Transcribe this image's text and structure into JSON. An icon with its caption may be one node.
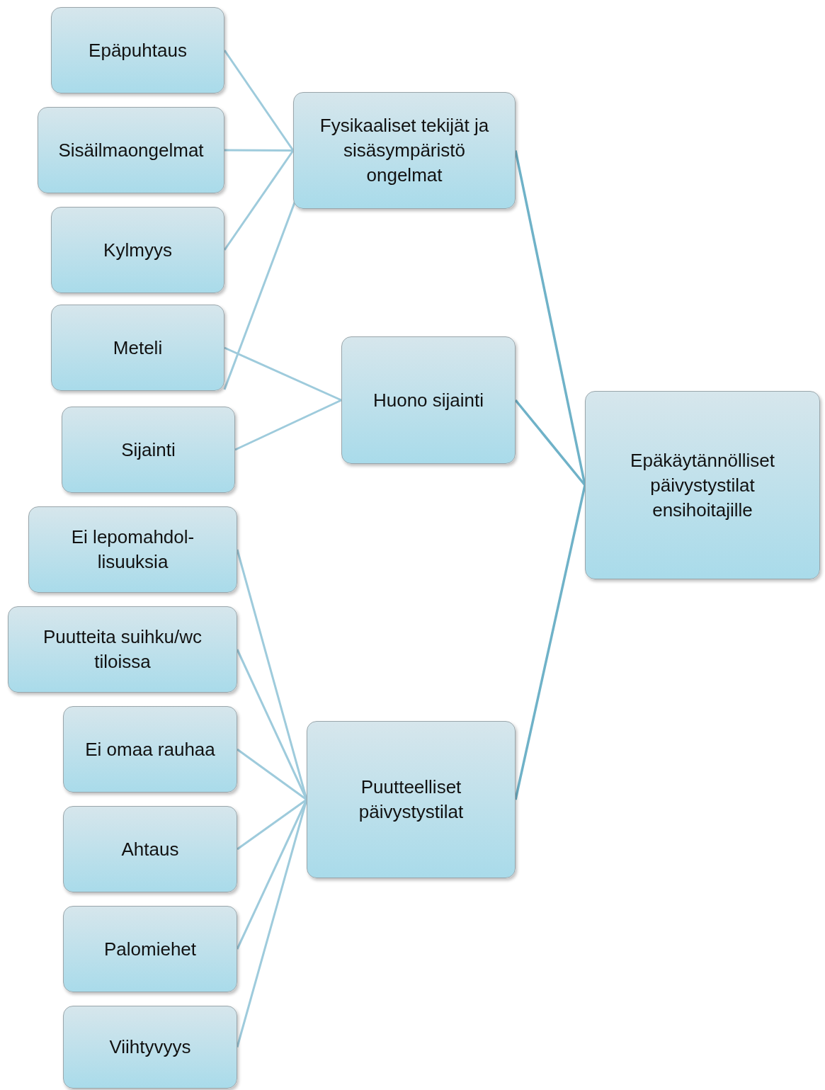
{
  "diagram": {
    "nodes": [
      {
        "text": [
          "Epäpuhtaus"
        ]
      },
      {
        "text": [
          "Sisäilmaongelmat"
        ]
      },
      {
        "text": [
          "Kylmyys"
        ]
      },
      {
        "text": [
          "Meteli"
        ]
      },
      {
        "text": [
          "Sijainti"
        ]
      },
      {
        "text": [
          "Ei lepomahdol- lisuuksia"
        ]
      },
      {
        "text": [
          "Puutteita suihku/wc tiloissa"
        ]
      },
      {
        "text": [
          "Ei omaa rauhaa"
        ]
      },
      {
        "text": [
          "Ahtaus"
        ]
      },
      {
        "text": [
          "Palomiehet"
        ]
      },
      {
        "text": [
          "Viihtyvyys"
        ]
      },
      {
        "text": [
          "Fysikaaliset tekijät ja sisäsympäristö ongelmat"
        ]
      },
      {
        "text": [
          "Huono sijainti"
        ]
      },
      {
        "text": [
          "Puutteelliset päivystystilat"
        ]
      },
      {
        "text": [
          "Epäkäytännölliset päivystystilat ensihoitajille"
        ]
      }
    ],
    "edges": [
      {
        "from": 0,
        "to": 11,
        "arrow": "none"
      },
      {
        "from": 1,
        "to": 11,
        "arrow": "none"
      },
      {
        "from": 2,
        "to": 11,
        "arrow": "none"
      },
      {
        "from": 3,
        "to": 11,
        "arrow": "none"
      },
      {
        "from": 3,
        "to": 12,
        "arrow": "none"
      },
      {
        "from": 4,
        "to": 12,
        "arrow": "none"
      },
      {
        "from": 5,
        "to": 13,
        "arrow": "none"
      },
      {
        "from": 6,
        "to": 13,
        "arrow": "none"
      },
      {
        "from": 7,
        "to": 13,
        "arrow": "none"
      },
      {
        "from": 8,
        "to": 13,
        "arrow": "none"
      },
      {
        "from": 9,
        "to": 13,
        "arrow": "none"
      },
      {
        "from": 10,
        "to": 13,
        "arrow": "none"
      },
      {
        "from": 11,
        "to": 14,
        "arrow": "none",
        "color": "#6fb2c8"
      },
      {
        "from": 12,
        "to": 14,
        "arrow": "none",
        "color": "#6fb2c8"
      },
      {
        "from": 13,
        "to": 14,
        "arrow": "none",
        "color": "#6fb2c8"
      }
    ]
  }
}
